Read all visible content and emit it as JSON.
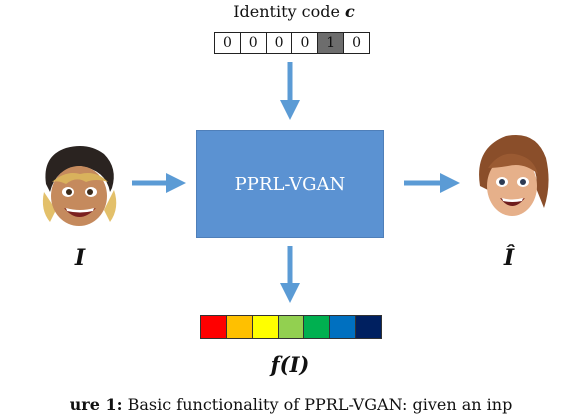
{
  "identity_code": {
    "title": "Identity code",
    "symbol": "c",
    "bits": [
      "0",
      "0",
      "0",
      "0",
      "1",
      "0"
    ],
    "active_index": 4
  },
  "model": {
    "label": "PPRL-VGAN",
    "color": "#5b92d2"
  },
  "input": {
    "symbol": "I"
  },
  "output": {
    "symbol": "Î"
  },
  "feature": {
    "symbol": "f(I)",
    "colors": [
      "#ff0000",
      "#ffc000",
      "#ffff00",
      "#92d050",
      "#00b050",
      "#0070c0",
      "#002060"
    ]
  },
  "arrow_color": "#5b9bd5",
  "caption": {
    "label": "ure 1:",
    "text": " Basic functionality of PPRL-VGAN: given an inp"
  }
}
